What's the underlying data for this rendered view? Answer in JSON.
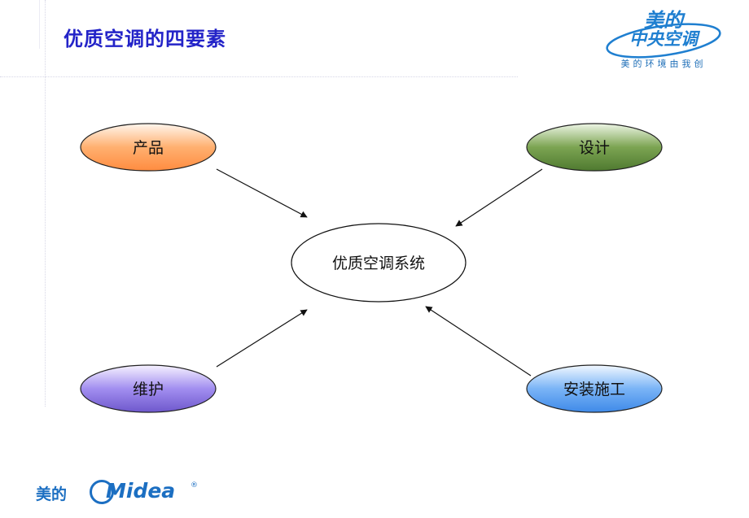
{
  "slide": {
    "title": "优质空调的四要素"
  },
  "brand": {
    "main": "美的",
    "sub": "中央空调",
    "slogan": "美的环境由我创"
  },
  "diagram": {
    "center": {
      "label": "优质空调系统"
    },
    "nodes": [
      {
        "id": "product",
        "label": "产品",
        "color": "#ffa060"
      },
      {
        "id": "design",
        "label": "设计",
        "color": "#5e8a3c"
      },
      {
        "id": "maintenance",
        "label": "维护",
        "color": "#8c7ae0"
      },
      {
        "id": "installation",
        "label": "安装施工",
        "color": "#5ba0f0"
      }
    ]
  },
  "footer": {
    "logo_cn": "美的",
    "logo_en": "Midea",
    "logo_reg": "®"
  }
}
